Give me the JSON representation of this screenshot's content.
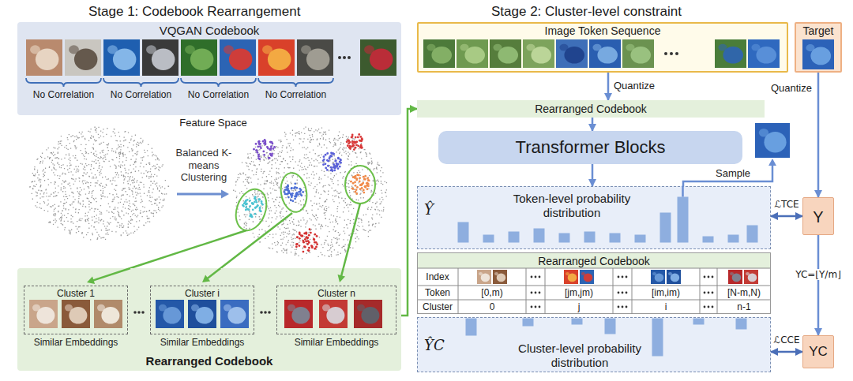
{
  "diagram": {
    "nodes": [
      {
        "text": [
          "VQGAN Codebook"
        ]
      },
      {
        "text": [
          "Rearranged Codebook"
        ]
      },
      {
        "text": [
          "Cluster 1",
          "Similar Embeddings"
        ],
        "in": 1
      },
      {
        "text": [
          "Cluster i",
          "Similar Embeddings"
        ],
        "in": 1
      },
      {
        "text": [
          "Cluster n",
          "Similar Embeddings"
        ],
        "in": 1
      },
      {
        "text": [
          "Image Token Sequence"
        ]
      },
      {
        "text": [
          "Target"
        ]
      },
      {
        "text": [
          "Rearranged Codebook"
        ]
      },
      {
        "text": [
          "Transformer Blocks"
        ]
      },
      {
        "text": [
          "Ŷ",
          "Token-level probability distribution"
        ]
      },
      {
        "text": [
          "Y"
        ]
      },
      {
        "text": [
          "Rearranged Codebook"
        ]
      },
      {
        "text": [
          "ŶC",
          "Cluster-level probability distribution"
        ]
      },
      {
        "text": [
          "YC"
        ]
      }
    ],
    "edges": [
      {
        "from": 1,
        "to": 7,
        "arrow": "to"
      },
      {
        "from": 5,
        "to": 7,
        "label": "Quantize",
        "arrow": "to"
      },
      {
        "from": 6,
        "to": 10,
        "label": "Quantize",
        "arrow": "to"
      },
      {
        "from": 7,
        "to": 8,
        "arrow": "to"
      },
      {
        "from": 8,
        "to": 9,
        "arrow": "to"
      },
      {
        "from": 9,
        "to": 10,
        "label": "ℒTCE",
        "arrow": "both"
      },
      {
        "from": 10,
        "to": 13,
        "label": "YC=⌊Y/m⌋",
        "arrow": "to"
      },
      {
        "from": 12,
        "to": 13,
        "label": "ℒCCE",
        "arrow": "both"
      }
    ],
    "labels": [
      "Stage 1: Codebook Rearrangement",
      "Stage 2: Cluster-level constraint",
      "No Correlation",
      "No Correlation",
      "No Correlation",
      "No Correlation",
      "Feature Space",
      "Balanced K-means Clustering",
      "Sample",
      "Index",
      "Token",
      "Cluster",
      "[0,m)",
      "[jm,jm)",
      "[im,im)",
      "[N-m,N)",
      "0",
      "j",
      "i",
      "n-1"
    ]
  }
}
